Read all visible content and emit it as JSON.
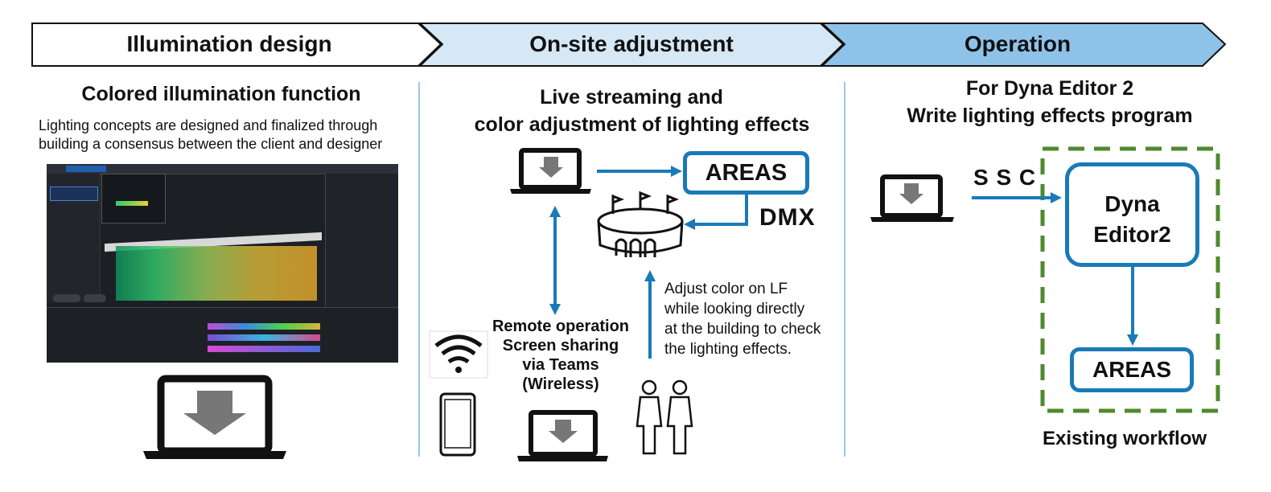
{
  "stages": [
    {
      "label": "Illumination design"
    },
    {
      "label": "On-site adjustment"
    },
    {
      "label": "Operation"
    }
  ],
  "colors": {
    "stage1_fill": "#ffffff",
    "stage2_fill": "#d6e7f5",
    "stage3_fill": "#8fc2e8",
    "accent_blue": "#1a7ab8",
    "existing_green": "#4e8a2e"
  },
  "col1": {
    "title": "Colored illumination function",
    "desc_line1": "Lighting concepts are designed and finalized through",
    "desc_line2": "building a consensus between the client and designer"
  },
  "col2": {
    "title_line1": "Live streaming and",
    "title_line2": "color adjustment of lighting effects",
    "areas_label": "AREAS",
    "dmx_label": "DMX",
    "remote_line1": "Remote operation",
    "remote_line2": "Screen sharing",
    "remote_line3": "via Teams",
    "remote_line4": "(Wireless)",
    "adjust_line1": "Adjust color on LF",
    "adjust_line2": "while looking directly",
    "adjust_line3": "at the building to check",
    "adjust_line4": "the lighting effects."
  },
  "col3": {
    "title_line1": "For Dyna Editor 2",
    "title_line2": "Write lighting effects program",
    "ssc_label": "S S C",
    "dyna_line1": "Dyna",
    "dyna_line2": "Editor2",
    "areas_label": "AREAS",
    "existing_label": "Existing workflow"
  },
  "icons": [
    "laptop-download-icon",
    "stadium-icon",
    "wifi-icon",
    "smartphone-icon",
    "people-icon"
  ]
}
